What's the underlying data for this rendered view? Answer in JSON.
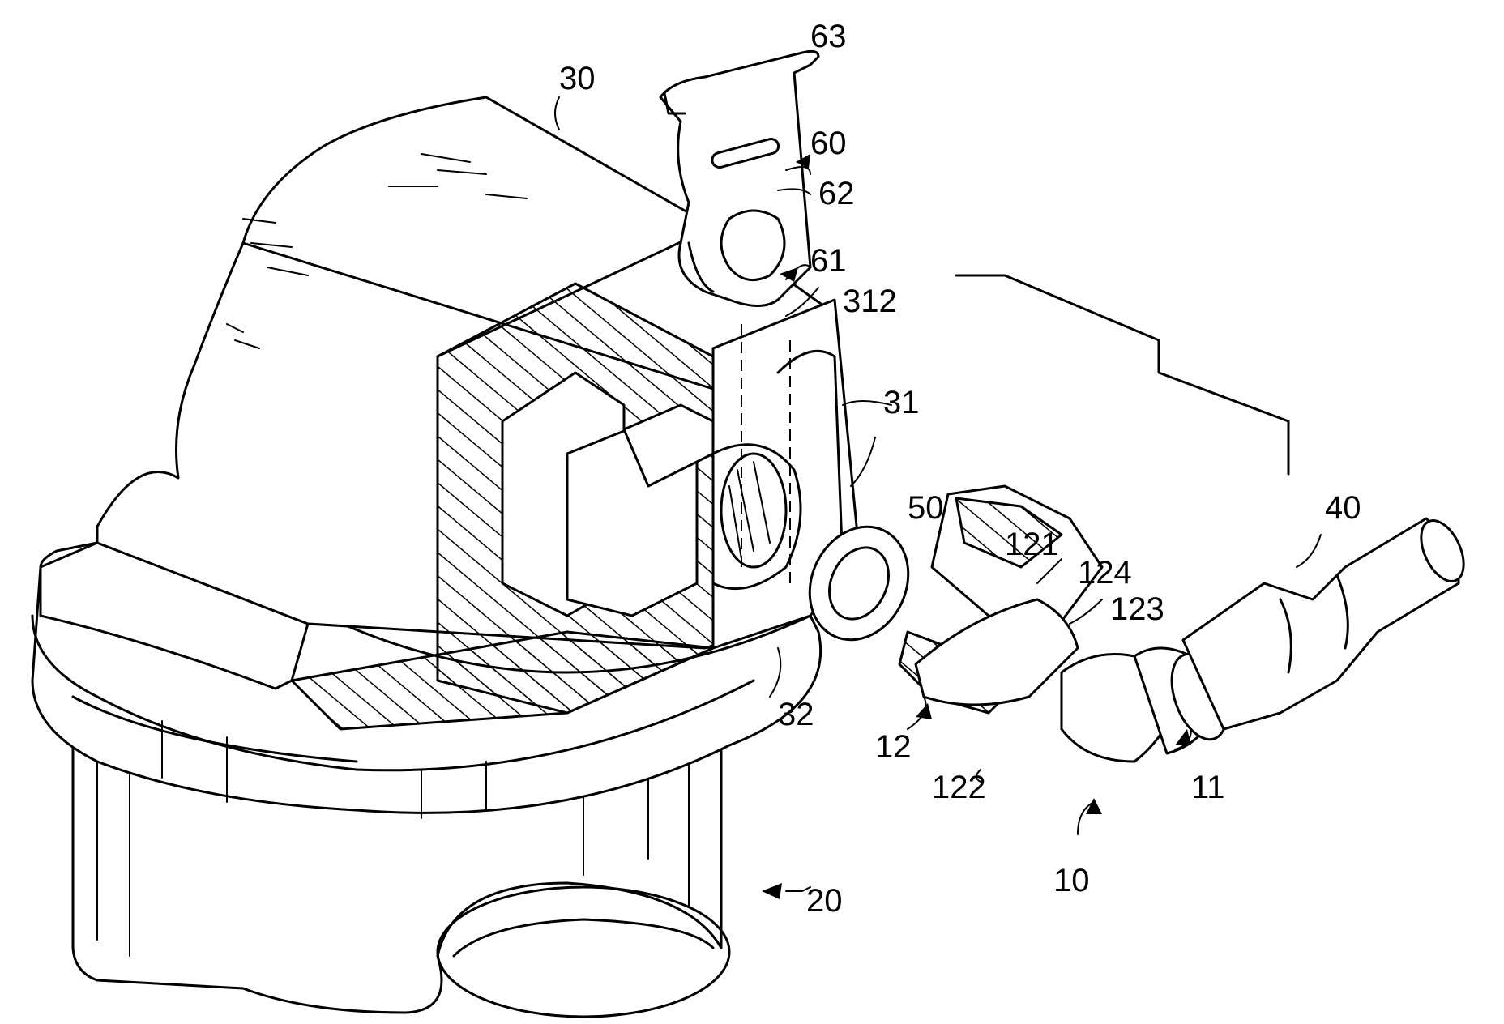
{
  "figure": {
    "labels": {
      "l10": "10",
      "l11": "11",
      "l12": "12",
      "l20": "20",
      "l30": "30",
      "l31": "31",
      "l32": "32",
      "l40": "40",
      "l50": "50",
      "l60": "60",
      "l61": "61",
      "l62": "62",
      "l63": "63",
      "l121": "121",
      "l122": "122",
      "l123": "123",
      "l124": "124",
      "l312": "312"
    }
  }
}
